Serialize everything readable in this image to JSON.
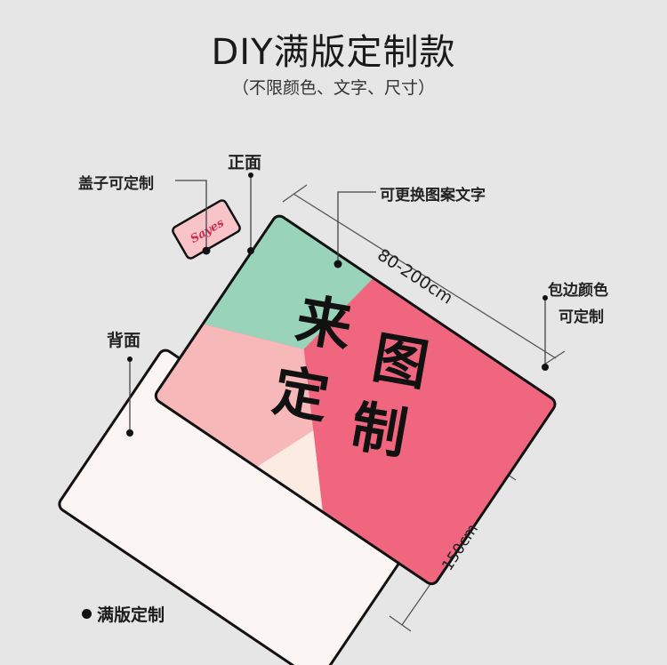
{
  "title": "DIY满版定制款",
  "subtitle": "（不限颜色、文字、尺寸）",
  "labels": {
    "lid": "盖子可定制",
    "front": "正面",
    "replace": "可更换图案文字",
    "border_line1": "包边颜色",
    "border_line2": "可定制",
    "back": "背面"
  },
  "dimensions": {
    "length": "80-200cm",
    "width": "150cm"
  },
  "mat_text": [
    "来",
    "图",
    "定",
    "制"
  ],
  "lid_logo": "Sayes",
  "footer": "满版定制",
  "colors": {
    "mint": "#98d3ba",
    "pink": "#f0667f",
    "light_pink": "#f6b8b8",
    "cream": "#fcebe3",
    "back_fill": "#fbf6f3",
    "outline": "#111111"
  }
}
